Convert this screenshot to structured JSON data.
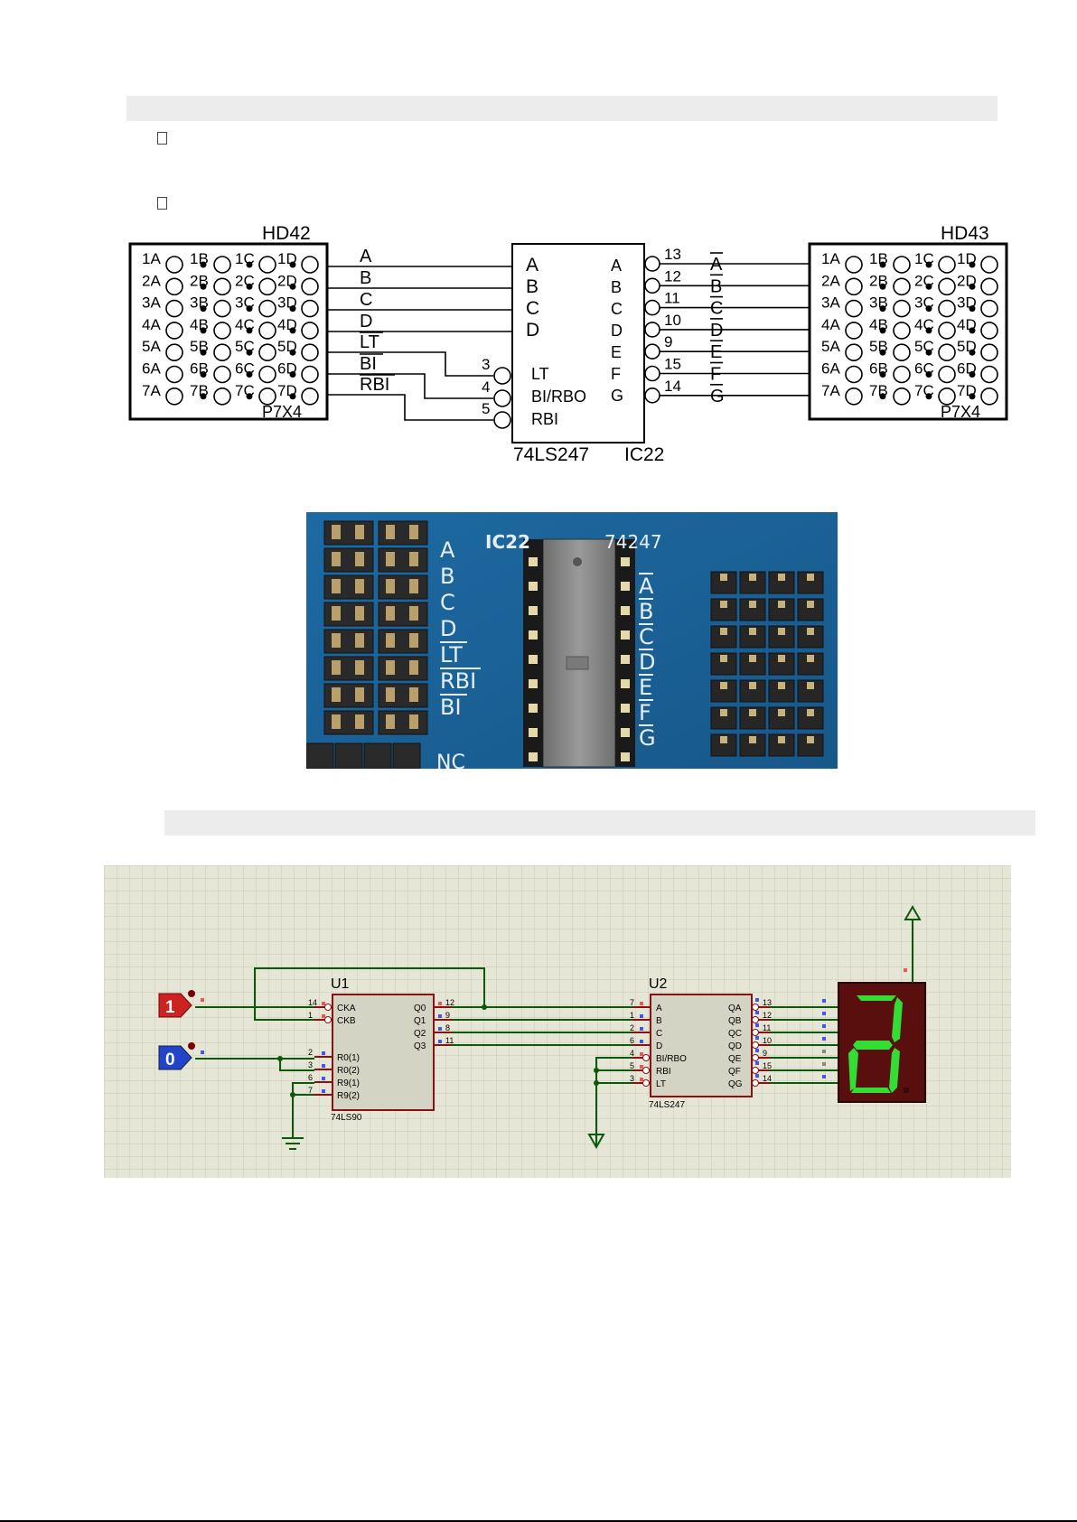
{
  "page": {
    "bullet_1": "",
    "bullet_2": ""
  },
  "schematic": {
    "left_header": "HD42",
    "left_footer": "P7X4",
    "right_header": "HD43",
    "right_footer": "P7X4",
    "rows": [
      [
        "1A",
        "1B",
        "1C",
        "1D"
      ],
      [
        "2A",
        "2B",
        "2C",
        "2D"
      ],
      [
        "3A",
        "3B",
        "3C",
        "3D"
      ],
      [
        "4A",
        "4B",
        "4C",
        "4D"
      ],
      [
        "5A",
        "5B",
        "5C",
        "5D"
      ],
      [
        "6A",
        "6B",
        "6C",
        "6D"
      ],
      [
        "7A",
        "7B",
        "7C",
        "7D"
      ]
    ],
    "left_signals": [
      "A",
      "B",
      "C",
      "D",
      "LT",
      "BI",
      "RBI"
    ],
    "left_signals_overline": [
      false,
      false,
      false,
      false,
      true,
      true,
      true
    ],
    "chip_inputs": [
      "A",
      "B",
      "C",
      "D"
    ],
    "chip_ctrl": [
      "LT",
      "BI/RBO",
      "RBI"
    ],
    "chip_ctrl_pins": [
      "3",
      "4",
      "5"
    ],
    "chip_outputs": [
      "A",
      "B",
      "C",
      "D",
      "E",
      "F",
      "G"
    ],
    "chip_output_pins": [
      "13",
      "12",
      "11",
      "10",
      "9",
      "15",
      "14"
    ],
    "right_signals": [
      "A",
      "B",
      "C",
      "D",
      "E",
      "F",
      "G"
    ],
    "chip_name": "74LS247",
    "chip_ref": "IC22"
  },
  "photo": {
    "left_labels": [
      "A",
      "B",
      "C",
      "D",
      "LT",
      "RBI",
      "BI"
    ],
    "left_overline": [
      false,
      false,
      false,
      false,
      true,
      true,
      true
    ],
    "nc_label": "NC",
    "ic_label": "IC22",
    "ic_part": "74247",
    "right_labels": [
      "A",
      "B",
      "C",
      "D",
      "E",
      "F",
      "G"
    ],
    "board_colors": {
      "pcb": "#1f6fa8",
      "pcb_dark": "#16557f",
      "chip": "#8c8c8c"
    }
  },
  "sim": {
    "grid_bg": "#e6e6d6",
    "grid_line": "#c9c9b5",
    "logic_1": "1",
    "logic_0": "0",
    "u1_ref": "U1",
    "u1_part": "74LS90",
    "u1_inputs": [
      {
        "pin": "14",
        "name": "CKA"
      },
      {
        "pin": "1",
        "name": "CKB"
      },
      {
        "pin": "2",
        "name": "R0(1)"
      },
      {
        "pin": "3",
        "name": "R0(2)"
      },
      {
        "pin": "6",
        "name": "R9(1)"
      },
      {
        "pin": "7",
        "name": "R9(2)"
      }
    ],
    "u1_outputs": [
      {
        "pin": "12",
        "name": "Q0"
      },
      {
        "pin": "9",
        "name": "Q1"
      },
      {
        "pin": "8",
        "name": "Q2"
      },
      {
        "pin": "11",
        "name": "Q3"
      }
    ],
    "u2_ref": "U2",
    "u2_part": "74LS247",
    "u2_inputs": [
      {
        "pin": "7",
        "name": "A"
      },
      {
        "pin": "1",
        "name": "B"
      },
      {
        "pin": "2",
        "name": "C"
      },
      {
        "pin": "6",
        "name": "D"
      },
      {
        "pin": "4",
        "name": "BI/RBO"
      },
      {
        "pin": "5",
        "name": "RBI"
      },
      {
        "pin": "3",
        "name": "LT"
      }
    ],
    "u2_outputs": [
      {
        "pin": "13",
        "name": "QA"
      },
      {
        "pin": "12",
        "name": "QB"
      },
      {
        "pin": "11",
        "name": "QC"
      },
      {
        "pin": "10",
        "name": "QD"
      },
      {
        "pin": "9",
        "name": "QE"
      },
      {
        "pin": "15",
        "name": "QF"
      },
      {
        "pin": "14",
        "name": "QG"
      }
    ],
    "display_color": "#33dd33"
  }
}
